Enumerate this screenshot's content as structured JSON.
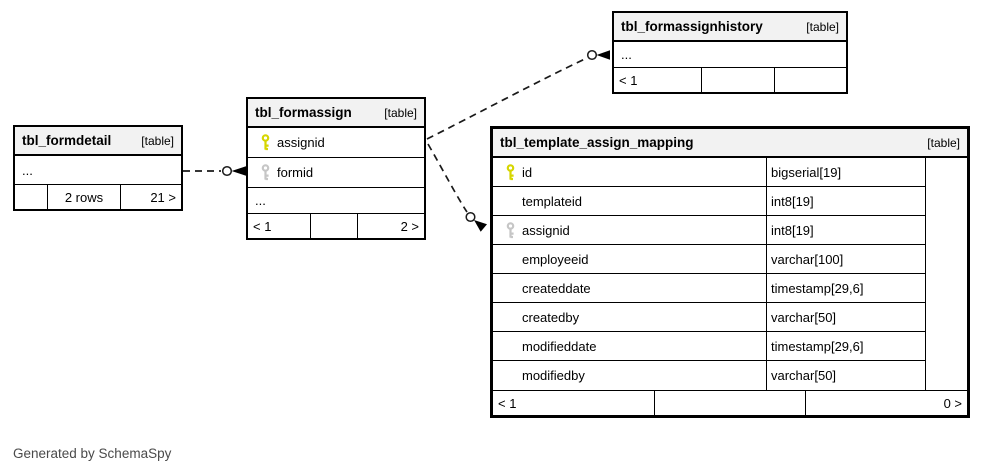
{
  "page": {
    "footer_note": "Generated by SchemaSpy"
  },
  "colors": {
    "primary_key": "#d6d600",
    "foreign_key": "#c6c6c6",
    "header_bg": "#f2f2f2",
    "border": "#000000",
    "edge": "#1a1a1a"
  },
  "tables": {
    "formdetail": {
      "title": "tbl_formdetail",
      "tag": "[table]",
      "ellipsis": "...",
      "footer": {
        "left": "",
        "center": "2 rows",
        "right": "21 >"
      }
    },
    "formassign": {
      "title": "tbl_formassign",
      "tag": "[table]",
      "rows": [
        {
          "name": "assignid",
          "key": "primary"
        },
        {
          "name": "formid",
          "key": "foreign"
        }
      ],
      "ellipsis": "...",
      "footer": {
        "left": "< 1",
        "center": "",
        "right": "2 >"
      }
    },
    "formassignhistory": {
      "title": "tbl_formassignhistory",
      "tag": "[table]",
      "ellipsis": "...",
      "footer": {
        "left": "< 1",
        "center": "",
        "right": ""
      }
    },
    "template_assign_mapping": {
      "title": "tbl_template_assign_mapping",
      "tag": "[table]",
      "rows": [
        {
          "name": "id",
          "type": "bigserial[19]",
          "key": "primary"
        },
        {
          "name": "templateid",
          "type": "int8[19]",
          "key": "none"
        },
        {
          "name": "assignid",
          "type": "int8[19]",
          "key": "foreign"
        },
        {
          "name": "employeeid",
          "type": "varchar[100]",
          "key": "none"
        },
        {
          "name": "createddate",
          "type": "timestamp[29,6]",
          "key": "none"
        },
        {
          "name": "createdby",
          "type": "varchar[50]",
          "key": "none"
        },
        {
          "name": "modifieddate",
          "type": "timestamp[29,6]",
          "key": "none"
        },
        {
          "name": "modifiedby",
          "type": "varchar[50]",
          "key": "none"
        }
      ],
      "footer": {
        "left": "< 1",
        "center": "",
        "right": "0 >"
      }
    }
  },
  "relationships": [
    {
      "from": "tbl_formassign.formid",
      "to": "tbl_formdetail"
    },
    {
      "from": "tbl_formassignhistory.assignid",
      "to": "tbl_formassign.assignid"
    },
    {
      "from": "tbl_template_assign_mapping.assignid",
      "to": "tbl_formassign.assignid"
    }
  ]
}
